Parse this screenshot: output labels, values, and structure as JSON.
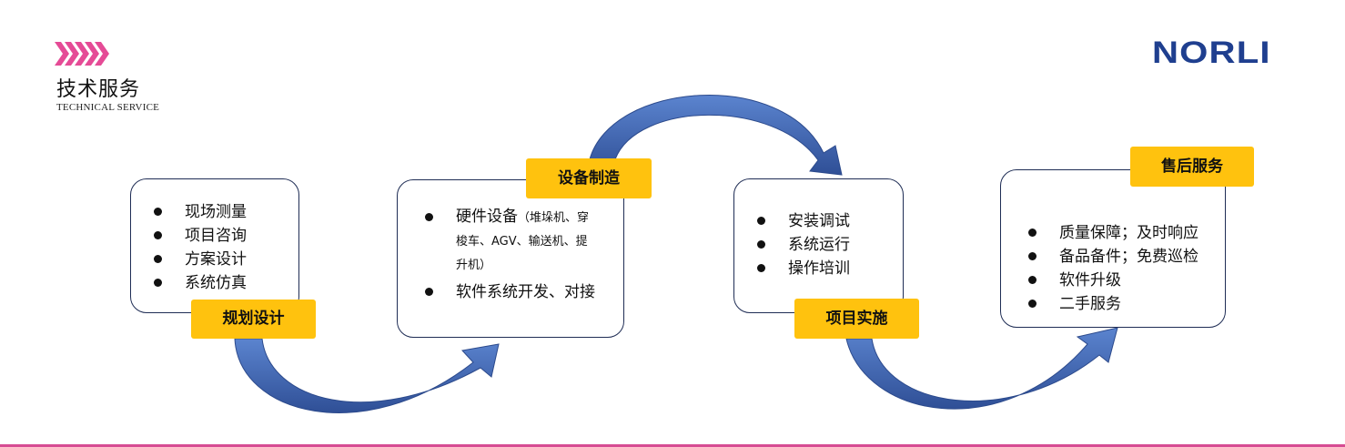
{
  "header": {
    "title_cn": "技术服务",
    "title_en": "TECHNICAL SERVICE",
    "logo_text": "NORLI",
    "logo_color": "#1f3f8f",
    "chevron_color": "#e54b96"
  },
  "accent": {
    "tag_color": "#ffc20e",
    "arrow_color": "#3f66b3",
    "bottom_line_color": "#d64c93"
  },
  "stages": [
    {
      "label": "规划设计",
      "items": [
        "现场测量",
        "项目咨询",
        "方案设计",
        "系统仿真"
      ]
    },
    {
      "label": "设备制造",
      "items": [
        {
          "main": "硬件设备",
          "note": "（堆垛机、穿梭车、AGV、输送机、提升机）"
        },
        {
          "main": "软件系统开发、对接",
          "note": ""
        }
      ]
    },
    {
      "label": "项目实施",
      "items": [
        "安装调试",
        "系统运行",
        "操作培训"
      ]
    },
    {
      "label": "售后服务",
      "items": [
        "质量保障；及时响应",
        "备品备件；免费巡检",
        "软件升级",
        "二手服务"
      ]
    }
  ]
}
